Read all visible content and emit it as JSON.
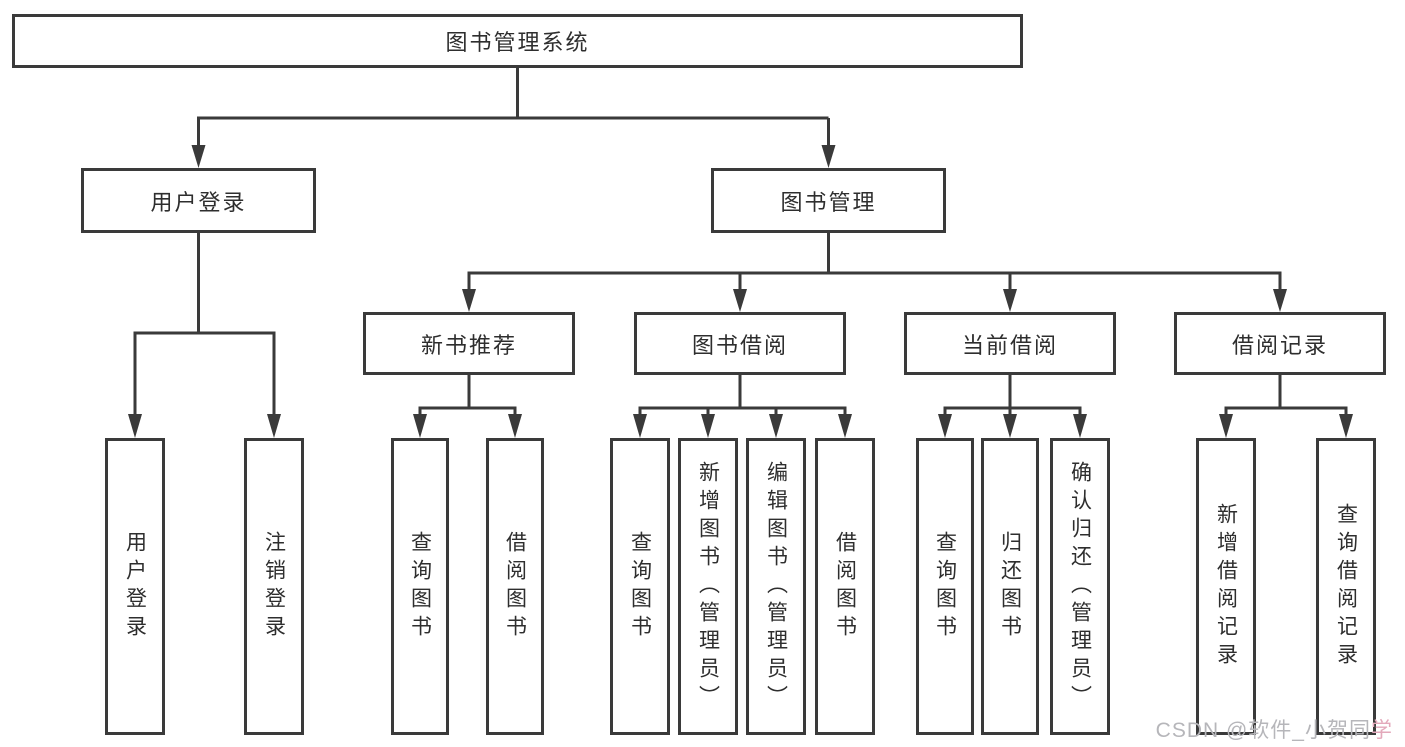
{
  "tree": {
    "root": "图书管理系统",
    "children": [
      {
        "label": "用户登录",
        "children": [
          "用户登录",
          "注销登录"
        ]
      },
      {
        "label": "图书管理",
        "children": [
          {
            "label": "新书推荐",
            "children": [
              "查询图书",
              "借阅图书"
            ]
          },
          {
            "label": "图书借阅",
            "children": [
              "查询图书",
              "新增图书（管理员）",
              "编辑图书（管理员）",
              "借阅图书"
            ]
          },
          {
            "label": "当前借阅",
            "children": [
              "查询图书",
              "归还图书",
              "确认归还（管理员）"
            ]
          },
          {
            "label": "借阅记录",
            "children": [
              "新增借阅记录",
              "查询借阅记录"
            ]
          }
        ]
      }
    ]
  },
  "watermark": {
    "prefix": "CSDN @软件_小贺同",
    "suffix": "学"
  },
  "colors": {
    "line": "#3a3a3a",
    "node_text": "#2e2e2e",
    "watermark_gray": "#b6b6ba",
    "watermark_pink": "#e3a9bb"
  }
}
